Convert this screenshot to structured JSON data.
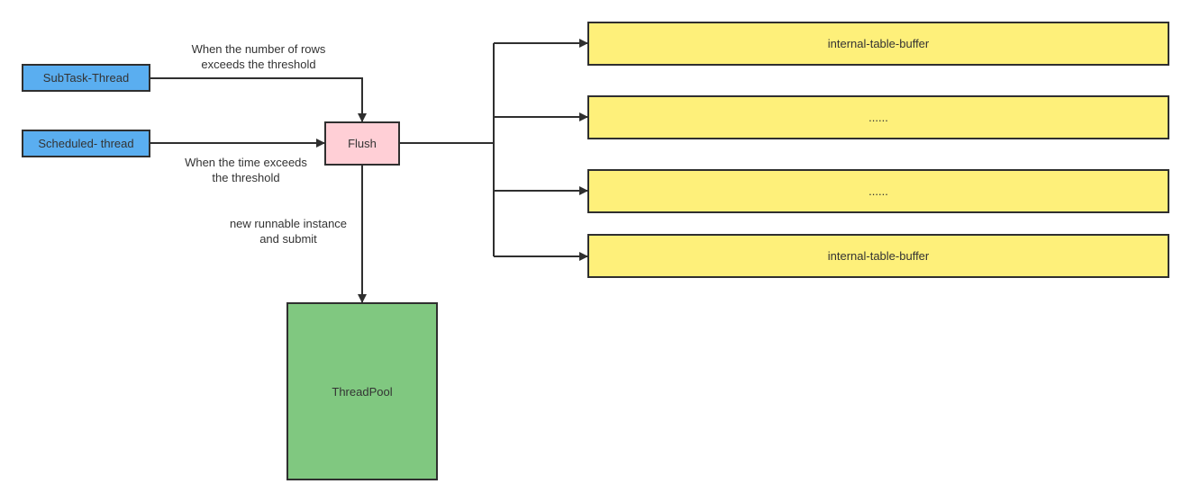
{
  "nodes": {
    "subtask_thread": "SubTask-Thread",
    "scheduled_thread": "Scheduled- thread",
    "flush": "Flush",
    "thread_pool": "ThreadPool",
    "buffer_1": "internal-table-buffer",
    "buffer_2": "......",
    "buffer_3": "......",
    "buffer_4": "internal-table-buffer"
  },
  "edge_labels": {
    "rows_threshold": [
      "When the number of rows",
      "exceeds the threshold"
    ],
    "time_threshold": [
      "When the time exceeds",
      "the threshold"
    ],
    "submit": [
      "new runnable instance",
      "and submit"
    ]
  },
  "colors": {
    "thread_fill": "#5aaef0",
    "flush_fill": "#ffcfd6",
    "buffer_fill": "#fef07a",
    "pool_fill": "#80c880",
    "line": "#2f2f2f"
  }
}
